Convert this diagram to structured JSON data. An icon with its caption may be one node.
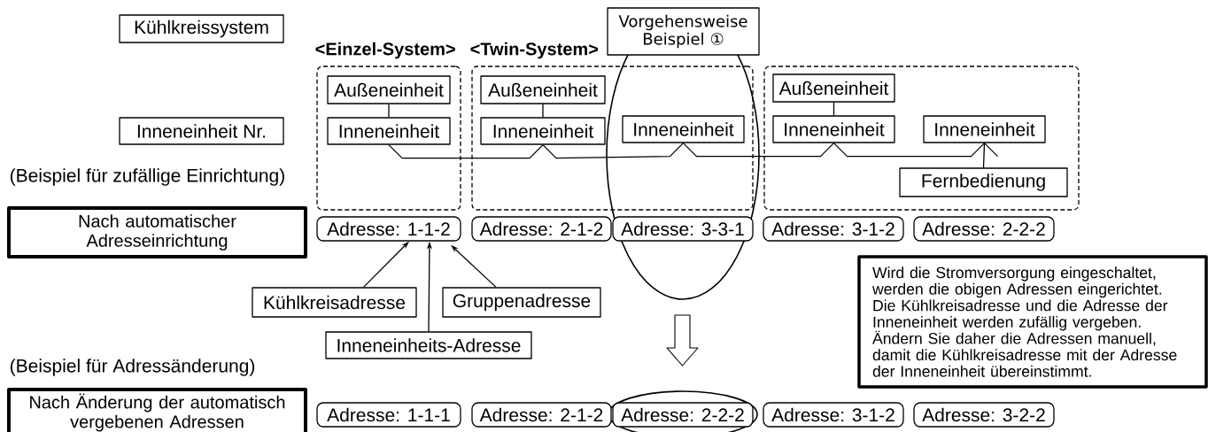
{
  "diagram": {
    "nodes": [
      {
        "text": [
          "Kühlkreissystem"
        ]
      },
      {
        "text": [
          "Vorgehensweise Beispiel ①"
        ]
      },
      {
        "text": [
          "<Einzel-System>"
        ]
      },
      {
        "text": [
          "Außeneinheit"
        ],
        "in": 2
      },
      {
        "text": [
          "Inneneinheit"
        ],
        "in": 2
      },
      {
        "text": [
          "<Twin-System>"
        ]
      },
      {
        "text": [
          "Außeneinheit"
        ],
        "in": 5
      },
      {
        "text": [
          "Inneneinheit"
        ],
        "in": 5
      },
      {
        "text": [
          "Inneneinheit"
        ],
        "in": 5
      },
      {
        "text": [],
        "shape": "box"
      },
      {
        "text": [
          "Außeneinheit"
        ],
        "in": 9
      },
      {
        "text": [
          "Inneneinheit"
        ],
        "in": 9
      },
      {
        "text": [
          "Inneneinheit"
        ],
        "in": 9
      },
      {
        "text": [
          "Fernbedienung"
        ],
        "in": 9
      },
      {
        "text": [
          "Inneneinheit Nr."
        ]
      },
      {
        "text": [
          "Nach automatischer Adresseinrichtung"
        ]
      },
      {
        "text": [
          "Adresse: 1-1-2"
        ]
      },
      {
        "text": [
          "Adresse: 2-1-2"
        ]
      },
      {
        "text": [
          "Adresse: 3-3-1"
        ]
      },
      {
        "text": [
          "Adresse: 3-1-2"
        ]
      },
      {
        "text": [
          "Adresse: 2-2-2"
        ]
      },
      {
        "text": [
          "Kühlkreisadresse"
        ]
      },
      {
        "text": [
          "Gruppenadresse"
        ]
      },
      {
        "text": [
          "Inneneinheits-Adresse"
        ]
      },
      {
        "text": [
          "Wird die Stromversorgung eingeschaltet, werden die obigen Adressen eingerichtet. Die Kühlkreisadresse und die Adresse der Inneneinheit werden zufällig vergeben. Ändern Sie daher die Adressen manuell, damit die Kühlkreisadresse mit der Adresse der Inneneinheit übereinstimmt."
        ]
      },
      {
        "text": [
          "Nach Änderung der automatisch vergebenen Adressen"
        ]
      },
      {
        "text": [
          "Adresse: 1-1-1"
        ]
      },
      {
        "text": [
          "Adresse: 2-1-2"
        ]
      },
      {
        "text": [
          "Adresse: 2-2-2"
        ]
      },
      {
        "text": [
          "Adresse: 3-1-2"
        ]
      },
      {
        "text": [
          "Adresse: 3-2-2"
        ]
      }
    ],
    "edges": [
      {
        "from": 3,
        "to": 4,
        "arrow": "none"
      },
      {
        "from": 6,
        "to": 7,
        "arrow": "none"
      },
      {
        "from": 10,
        "to": 11,
        "arrow": "none"
      },
      {
        "from": 4,
        "to": 7,
        "arrow": "none"
      },
      {
        "from": 7,
        "to": 8,
        "arrow": "none"
      },
      {
        "from": 8,
        "to": 11,
        "arrow": "none"
      },
      {
        "from": 11,
        "to": 12,
        "arrow": "none"
      },
      {
        "from": 12,
        "to": 13,
        "arrow": "none"
      },
      {
        "from": 21,
        "to": 16,
        "arrow": "to"
      },
      {
        "from": 23,
        "to": 16,
        "arrow": "to"
      },
      {
        "from": 22,
        "to": 16,
        "arrow": "to"
      }
    ],
    "labels": [
      "(Beispiel für zufällige Einrichtung)",
      "(Beispiel für Adressänderung)"
    ]
  }
}
